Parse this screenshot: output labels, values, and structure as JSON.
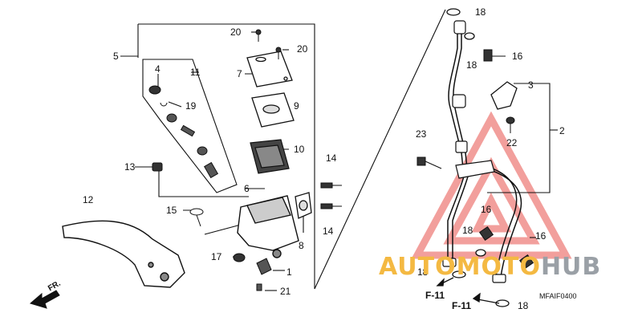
{
  "callouts": {
    "n1": "1",
    "n2": "2",
    "n3": "3",
    "n4": "4",
    "n5": "5",
    "n6": "6",
    "n7": "7",
    "n8": "8",
    "n9": "9",
    "n10": "10",
    "n11": "11",
    "n12": "12",
    "n13": "13",
    "n14a": "14",
    "n14b": "14",
    "n15": "15",
    "n16a": "16",
    "n16b": "16",
    "n16c": "16",
    "n17": "17",
    "n18a": "18",
    "n18b": "18",
    "n18c": "18",
    "n18d": "18",
    "n18e": "18",
    "n19": "19",
    "n20a": "20",
    "n20b": "20",
    "n21": "21",
    "n22": "22",
    "n23": "23"
  },
  "refs": {
    "f11a": "F-11",
    "f11b": "F-11"
  },
  "direction": {
    "label": "FR."
  },
  "diagram_code": "MFAIF0400",
  "watermark": {
    "part1": "AUTOMOTO",
    "part2": "HUB",
    "color_primary": "#f4b942",
    "color_secondary": "#9aa0a6",
    "logo_color": "#e8504a"
  }
}
